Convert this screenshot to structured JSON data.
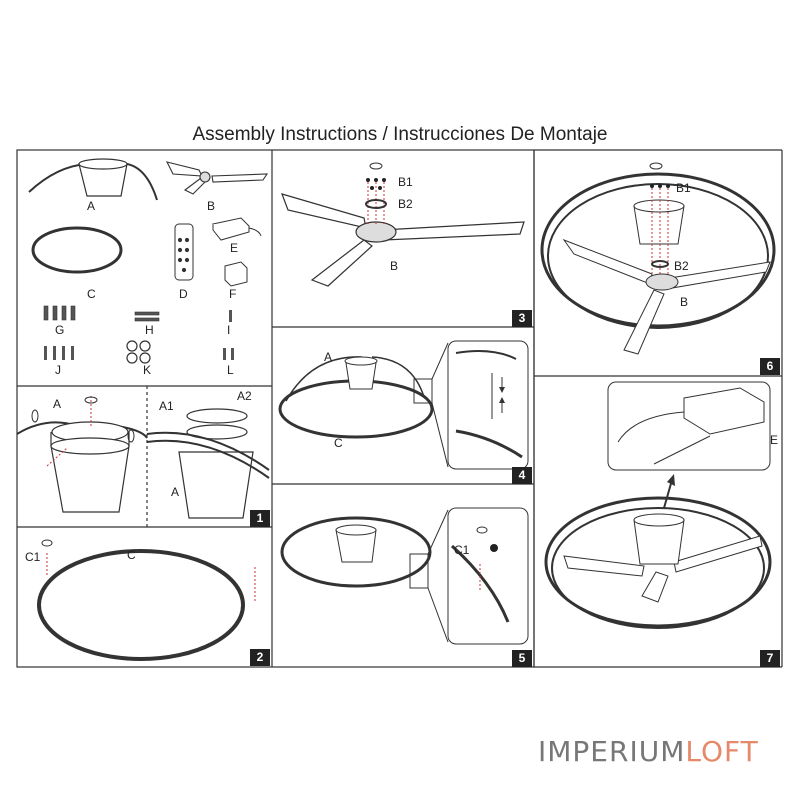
{
  "title": "Assembly Instructions / Instrucciones De Montaje",
  "panels": {
    "parts": {
      "labels": [
        "A",
        "B",
        "C",
        "D",
        "E",
        "F",
        "G",
        "H",
        "I",
        "J",
        "K",
        "L"
      ]
    },
    "step1": {
      "number": "1",
      "labels": [
        "A",
        "A1",
        "A2",
        "A"
      ]
    },
    "step2": {
      "number": "2",
      "labels": [
        "C1",
        "C"
      ]
    },
    "step3": {
      "number": "3",
      "labels": [
        "B1",
        "B2",
        "B"
      ]
    },
    "step4": {
      "number": "4",
      "labels": [
        "A",
        "C"
      ]
    },
    "step5": {
      "number": "5",
      "labels": [
        "C1"
      ]
    },
    "step6": {
      "number": "6",
      "labels": [
        "B1",
        "B2",
        "B"
      ]
    },
    "step7": {
      "number": "7",
      "labels": [
        "E"
      ]
    }
  },
  "brand": {
    "part1": "IMPERIUM",
    "part2": "LOFT",
    "accent_color": "#e48a6a",
    "base_color": "#777777"
  },
  "icons": [
    "rotate-icon",
    "screw-icon",
    "arrow-up-icon",
    "arrow-down-icon"
  ]
}
